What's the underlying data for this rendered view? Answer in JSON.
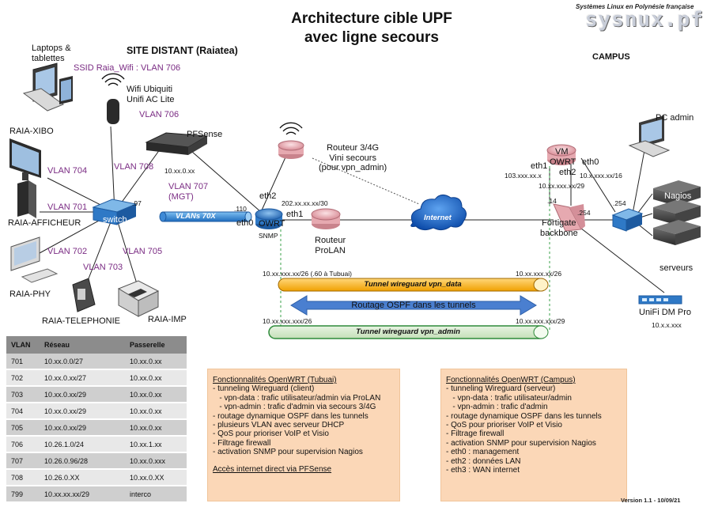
{
  "title": [
    "Architecture cible UPF",
    "avec ligne secours"
  ],
  "brand": {
    "subtitle": "Systèmes Linux en Polynésie française",
    "name": "sysnux.pf"
  },
  "site_distant": "SITE DISTANT (Raiatea)",
  "campus": "CAMPUS",
  "devices": {
    "laptops": [
      "Laptops &",
      "tablettes"
    ],
    "ssid": "SSID Raia_Wifi : VLAN 706",
    "wifi": [
      "Wifi Ubiquiti",
      "Unifi AC Lite"
    ],
    "wifi_vlan": "VLAN 706",
    "pfsense": "PFSense",
    "pfsense_ip": "10.xx.0.xx",
    "raia_xibo": "RAIA-XIBO",
    "raia_afficheur": "RAIA-AFFICHEUR",
    "raia_phy": "RAIA-PHY",
    "raia_telephonie": "RAIA-TELEPHONIE",
    "raia_imp": "RAIA-IMP",
    "switch": "switch",
    "switch_port": ".97",
    "vlan704": "VLAN 704",
    "vlan701": "VLAN 701",
    "vlan702": "VLAN 702",
    "vlan703": "VLAN 703",
    "vlan705": "VLAN 705",
    "vlan708": "VLAN 708",
    "vlan707": [
      "VLAN 707",
      "(MGT)"
    ],
    "trunk": "VLANs 70X",
    "owrt": "OWRT",
    "owrt_port": ".110",
    "eth2": "eth2",
    "eth1": "eth1",
    "eth0": "eth0",
    "snmp": "SNMP",
    "ip_30": "202.xx.xx.xx/30",
    "router_4g": [
      "Routeur 3/4G",
      "Vini secours",
      "(pour vpn_admin)"
    ],
    "router_prolan": [
      "Routeur",
      "ProLAN"
    ],
    "internet": "Internet",
    "vm": "VM",
    "vm_owrt": "OWRT",
    "c_eth1": "eth1",
    "c_eth2": "eth2",
    "c_eth0": "eth0",
    "c_ip_eth1": "103.xxx.xx.x",
    "c_ip_eth0": "10.x.xxx.xx/16",
    "c_ip_eth2": "10.xx.xxx.xx/29",
    "c_port14": ".14",
    "c_port254a": ".254",
    "c_port254b": ".254",
    "fortigate": [
      "Fortigate",
      "backbone"
    ],
    "pc_admin": "PC admin",
    "nagios": "Nagios",
    "serveurs": "serveurs",
    "unifi_dm": "UniFi DM Pro",
    "unifi_ip": "10.x.x.xxx"
  },
  "tunnels": {
    "data_left": "10.xx.xxx.xx/26  (.60 à Tubuai)",
    "data_right": "10.xx.xxx.xx/26",
    "data_label": "Tunnel wireguard vpn_data",
    "ospf_label": "Routage OSPF dans les tunnels",
    "admin_left": "10.xx.xxx.xxx/26",
    "admin_right": "10.xx.xxx.xxx/29",
    "admin_label": "Tunnel wireguard vpn_admin"
  },
  "vlan_table": {
    "headers": [
      "VLAN",
      "Réseau",
      "Passerelle"
    ],
    "rows": [
      [
        "701",
        "10.xx.0.0/27",
        "10.xx.0.xx"
      ],
      [
        "702",
        "10.xx.0.xx/27",
        "10.xx.0.xx"
      ],
      [
        "703",
        "10.xx.0.xx/29",
        "10.xx.0.xx"
      ],
      [
        "704",
        "10.xx.0.xx/29",
        "10.xx.0.xx"
      ],
      [
        "705",
        "10.xx.0.xx/29",
        "10.xx.0.xx"
      ],
      [
        "706",
        "10.26.1.0/24",
        "10.xx.1.xx"
      ],
      [
        "707",
        "10.26.0.96/28",
        "10.xx.0.xxx"
      ],
      [
        "708",
        "10.26.0.XX",
        "10.xx.0.XX"
      ],
      [
        "799",
        "10.xx.xx.xx/29",
        "interco"
      ]
    ]
  },
  "box_tubuai": {
    "heading": "Fonctionnalités OpenWRT (Tubuai)",
    "lines": [
      "- tunneling Wireguard (client)",
      "   - vpn-data : trafic utilisateur/admin via ProLAN",
      "   - vpn-admin : trafic d'admin via secours 3/4G",
      "- routage dynamique OSPF dans les tunnels",
      "- plusieurs VLAN avec serveur DHCP",
      "- QoS pour prioriser VoIP et Visio",
      "- Filtrage firewall",
      "- activation SNMP pour supervision Nagios"
    ],
    "footer": "Accès internet direct via PFSense"
  },
  "box_campus": {
    "heading": "Fonctionnalités OpenWRT (Campus)",
    "lines": [
      "- tunneling Wireguard (serveur)",
      "   - vpn-data : trafic utilisateur/admin",
      "   - vpn-admin : trafic d'admin",
      "- routage dynamique OSPF dans les tunnels",
      "- QoS pour prioriser VoIP et Visio",
      "- Filtrage firewall",
      "- activation SNMP pour supervision Nagios",
      "- eth0 : management",
      "- eth2 : données LAN",
      "- eth3 : WAN internet"
    ]
  },
  "version": "Version 1.1 - 10/09/21",
  "colors": {
    "vlan_text": "#7a2b83",
    "router_blue": "#2f79c6",
    "router_pink": "#e6a9b0",
    "tunnel_data": "#f5a800",
    "tunnel_admin": "#3aa24a",
    "ospf_arrow": "#4a7fd0",
    "box_bg": "#fbd7b7",
    "internet_blue": "#1e63c8"
  }
}
